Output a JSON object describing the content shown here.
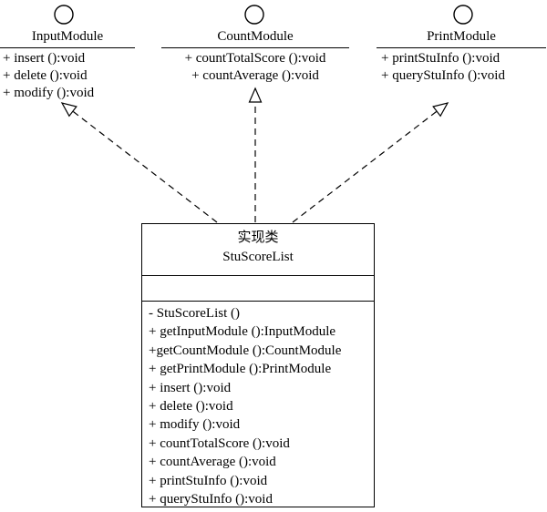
{
  "diagram": {
    "interfaces": [
      {
        "name": "InputModule",
        "methods": [
          "+ insert ():void",
          "+ delete ():void",
          "+ modify ():void"
        ]
      },
      {
        "name": "CountModule",
        "methods": [
          "+ countTotalScore ():void",
          "+ countAverage ():void"
        ]
      },
      {
        "name": "PrintModule",
        "methods": [
          "+ printStuInfo ():void",
          "+ queryStuInfo ():void"
        ]
      }
    ],
    "class_box": {
      "stereotype": "实现类",
      "name": "StuScoreList",
      "methods": [
        "- StuScoreList ()",
        "+ getInputModule ():InputModule",
        "+getCountModule ():CountModule",
        "+ getPrintModule ():PrintModule",
        "+ insert ():void",
        "+ delete ():void",
        "+ modify ():void",
        "+ countTotalScore ():void",
        "+ countAverage ():void",
        "+ printStuInfo ():void",
        "+ queryStuInfo ():void"
      ]
    },
    "colors": {
      "background": "#ffffff",
      "line": "#000000",
      "text": "#000000"
    }
  }
}
